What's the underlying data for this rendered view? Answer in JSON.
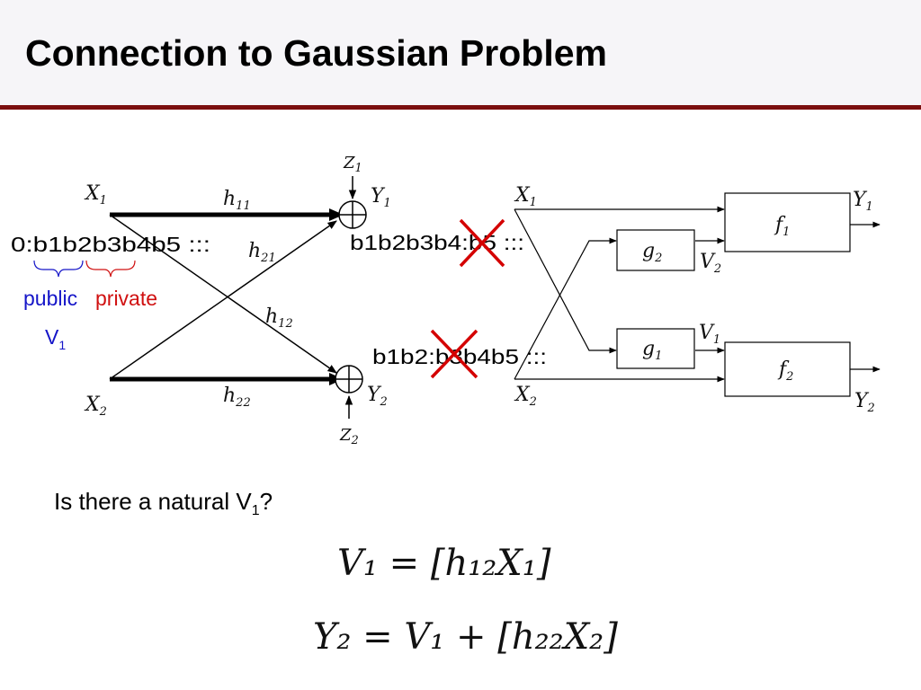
{
  "slide": {
    "title": "Connection to Gaussian Problem",
    "question_prefix": "Is there a natural V",
    "question_sub": "1",
    "question_suffix": "?"
  },
  "diagram": {
    "left_channel": {
      "inputs": [
        {
          "name": "X",
          "sub": "1"
        },
        {
          "name": "X",
          "sub": "2"
        }
      ],
      "gains": [
        {
          "name": "h",
          "sub": "11"
        },
        {
          "name": "h",
          "sub": "21"
        },
        {
          "name": "h",
          "sub": "12"
        },
        {
          "name": "h",
          "sub": "22"
        }
      ],
      "noises": [
        {
          "name": "Z",
          "sub": "1"
        },
        {
          "name": "Z",
          "sub": "2"
        }
      ],
      "outputs": [
        {
          "name": "Y",
          "sub": "1"
        },
        {
          "name": "Y",
          "sub": "2"
        }
      ]
    },
    "bit_strings": {
      "input": "0:b1b2b3b4b5 :::",
      "output_1": "b1b2b3b4:b5 :::",
      "output_2": "b1b2:b3b4b5 :::"
    },
    "bracket_labels": {
      "public": "public",
      "private": "private",
      "v_name": "V",
      "v_sub": "1"
    },
    "right_block": {
      "inputs": [
        {
          "name": "X",
          "sub": "1"
        },
        {
          "name": "X",
          "sub": "2"
        }
      ],
      "blocks": [
        {
          "name": "g",
          "sub": "2"
        },
        {
          "name": "g",
          "sub": "1"
        },
        {
          "name": "f",
          "sub": "1"
        },
        {
          "name": "f",
          "sub": "2"
        }
      ],
      "signals": [
        {
          "name": "V",
          "sub": "2"
        },
        {
          "name": "V",
          "sub": "1"
        }
      ],
      "outputs": [
        {
          "name": "Y",
          "sub": "1"
        },
        {
          "name": "Y",
          "sub": "2"
        }
      ]
    }
  },
  "equations": {
    "eq1": "V₁ = [h₁₂X₁]",
    "eq2": "Y₂ = V₁ + [h₂₂X₂]"
  },
  "colors": {
    "title_rule": "#7b0f0f",
    "public": "#1515c8",
    "private": "#d01010",
    "cross": "#d40000"
  }
}
